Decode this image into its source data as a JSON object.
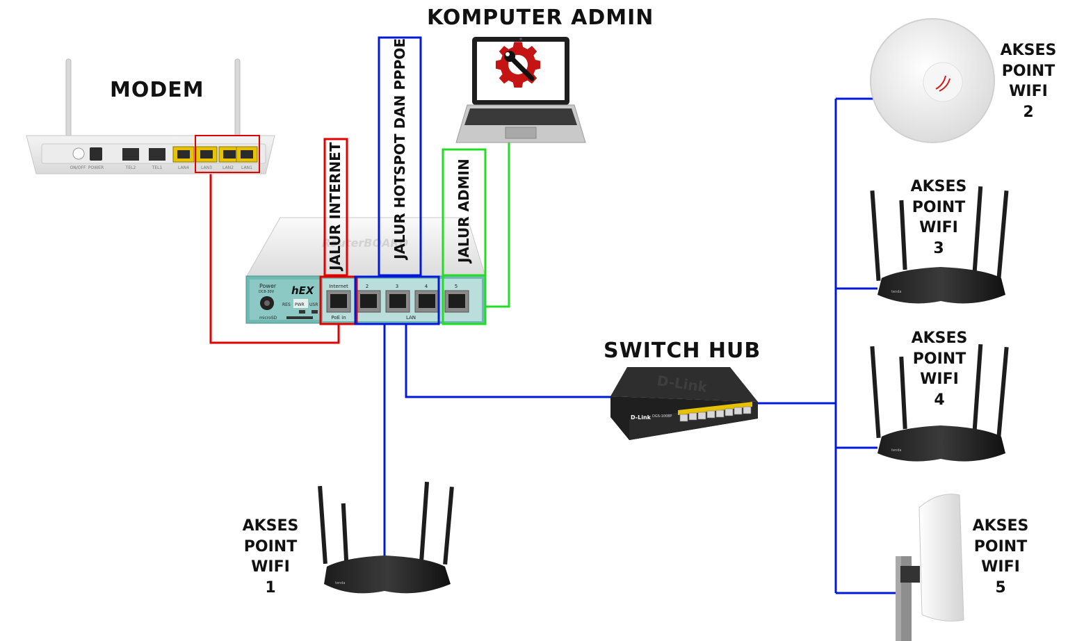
{
  "labels": {
    "komputer_admin": "KOMPUTER ADMIN",
    "modem": "MODEM",
    "switch_hub": "SWITCH HUB",
    "jalur_internet": "JALUR INTERNET",
    "jalur_hotspot": "JALUR HOTSPOT DAN PPPOE",
    "jalur_admin": "JALUR ADMIN"
  },
  "access_points": [
    {
      "l1": "AKSES",
      "l2": "POINT",
      "l3": "WIFI",
      "l4": "1"
    },
    {
      "l1": "AKSES",
      "l2": "POINT",
      "l3": "WIFI",
      "l4": "2"
    },
    {
      "l1": "AKSES",
      "l2": "POINT",
      "l3": "WIFI",
      "l4": "3"
    },
    {
      "l1": "AKSES",
      "l2": "POINT",
      "l3": "WIFI",
      "l4": "4"
    },
    {
      "l1": "AKSES",
      "l2": "POINT",
      "l3": "WIFI",
      "l4": "5"
    }
  ],
  "modem_ports": {
    "onoff": "ON/OFF",
    "power": "POWER",
    "tel2": "TEL2",
    "tel1": "TEL1",
    "lan4": "LAN4",
    "lan3": "LAN3",
    "lan2": "LAN2",
    "lan1": "LAN1"
  },
  "router": {
    "power": "Power",
    "dc": "DC8-30V",
    "model": "hEX",
    "res": "RES",
    "pwr": "PWR",
    "usr": "USR",
    "microsd": "microSD",
    "internet": "Internet",
    "poe_in": "PoE in",
    "p2": "2",
    "p3": "3",
    "p4": "4",
    "p5": "5",
    "lan": "LAN",
    "brand": "RouterBOARD"
  },
  "switch": {
    "brand": "D-Link",
    "model": "DGS-1008P",
    "top_brand": "D-Link"
  },
  "ap_brand": "tenda",
  "colors": {
    "internet": "#e00000",
    "hotspot": "#0018d8",
    "admin": "#22dd22",
    "router_body": "#6fb9b3",
    "modem_port": "#e6c200"
  }
}
